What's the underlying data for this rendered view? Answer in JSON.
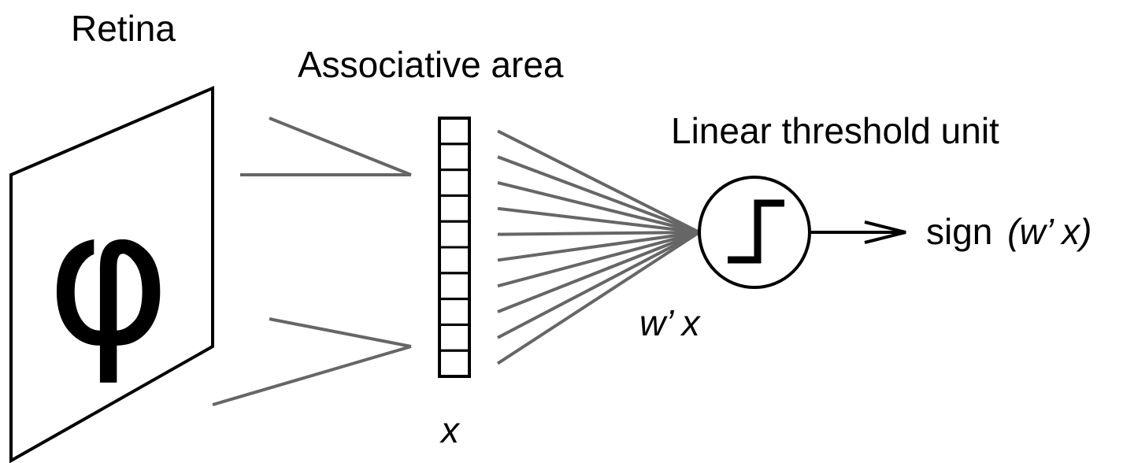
{
  "labels": {
    "retina": "Retina",
    "associative_area": "Associative area",
    "linear_threshold_unit": "Linear threshold unit",
    "input_vector": "x",
    "weighted_sum": "w’ x",
    "output_prefix": "sign",
    "output_args": "(w’ x)"
  },
  "retina_symbol": "φ",
  "associative_cells": 10,
  "colors": {
    "stroke": "#000000",
    "connection": "#666666",
    "symbol": "#666666",
    "background": "#ffffff"
  },
  "icons": {
    "unit_symbol": "step-function-icon",
    "output_arrow": "arrow-right-icon"
  }
}
